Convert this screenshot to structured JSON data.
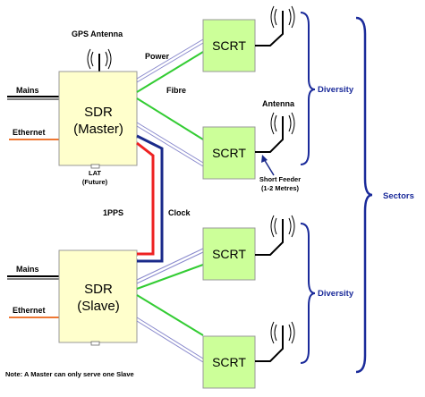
{
  "sdr_master": {
    "line1": "SDR",
    "line2": "(Master)"
  },
  "sdr_slave": {
    "line1": "SDR",
    "line2": "(Slave)"
  },
  "scrt_label": "SCRT",
  "labels": {
    "gps_antenna": "GPS Antenna",
    "power": "Power",
    "fibre": "Fibre",
    "antenna": "Antenna",
    "mains": "Mains",
    "ethernet": "Ethernet",
    "lat": "LAT",
    "lat_future": "(Future)",
    "pps": "1PPS",
    "clock": "Clock",
    "short_feeder": "Short Feeder",
    "short_feeder_len": "(1-2 Metres)",
    "diversity": "Diversity",
    "sectors": "Sectors",
    "note": "Note: A Master can only serve one Slave"
  },
  "colors": {
    "box_fill": "#ffffcc",
    "scrt_fill": "#ccff99",
    "power_line": "#8888cc",
    "fibre_line": "#33cc33",
    "pps_line": "#ee2222",
    "clock_line": "#1a2a8a",
    "mains_line": "#000000",
    "ethernet_line": "#ee7733",
    "brace": "#1a2a9a"
  }
}
